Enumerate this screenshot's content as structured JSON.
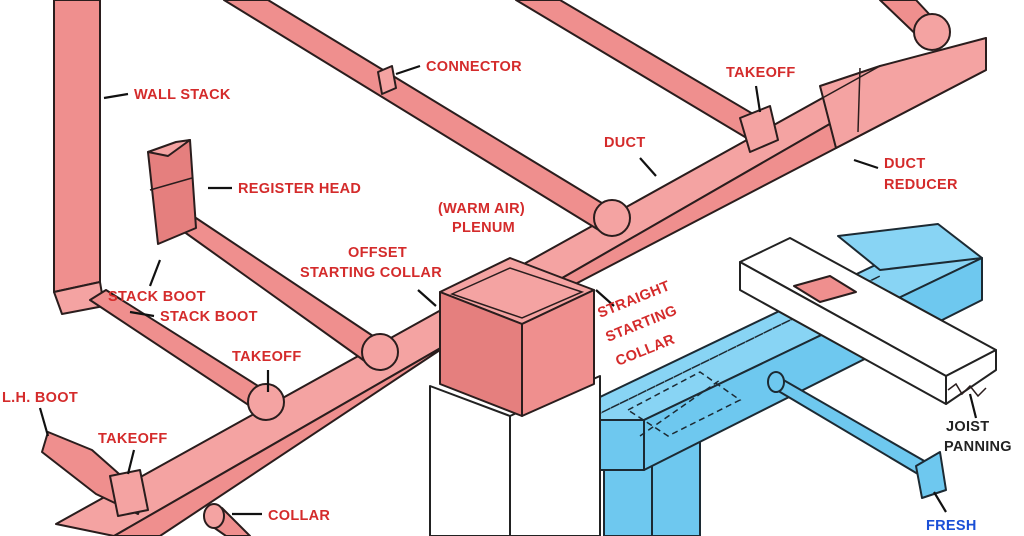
{
  "labels": {
    "wall_stack": "WALL STACK",
    "connector": "CONNECTOR",
    "takeoff_top": "TAKEOFF",
    "duct": "DUCT",
    "duct_reducer_1": "DUCT",
    "duct_reducer_2": "REDUCER",
    "register_head": "REGISTER HEAD",
    "plenum_1": "(WARM AIR)",
    "plenum_2": "PLENUM",
    "offset_1": "OFFSET",
    "offset_2": "STARTING COLLAR",
    "stack_boot_1": "STACK BOOT",
    "stack_boot_2": "STACK BOOT",
    "straight_1": "STRAIGHT",
    "straight_2": "STARTING",
    "straight_3": "COLLAR",
    "takeoff_mid": "TAKEOFF",
    "lh_boot": "L.H. BOOT",
    "takeoff_low": "TAKEOFF",
    "collar": "COLLAR",
    "joist_1": "JOIST",
    "joist_2": "PANNING",
    "fresh": "FRESH"
  },
  "colors": {
    "duct": "#ef8f8e",
    "return_air": "#6ec8ef",
    "label_red": "#d42b2b",
    "label_dark": "#222222",
    "label_blue": "#1a4fd6"
  }
}
